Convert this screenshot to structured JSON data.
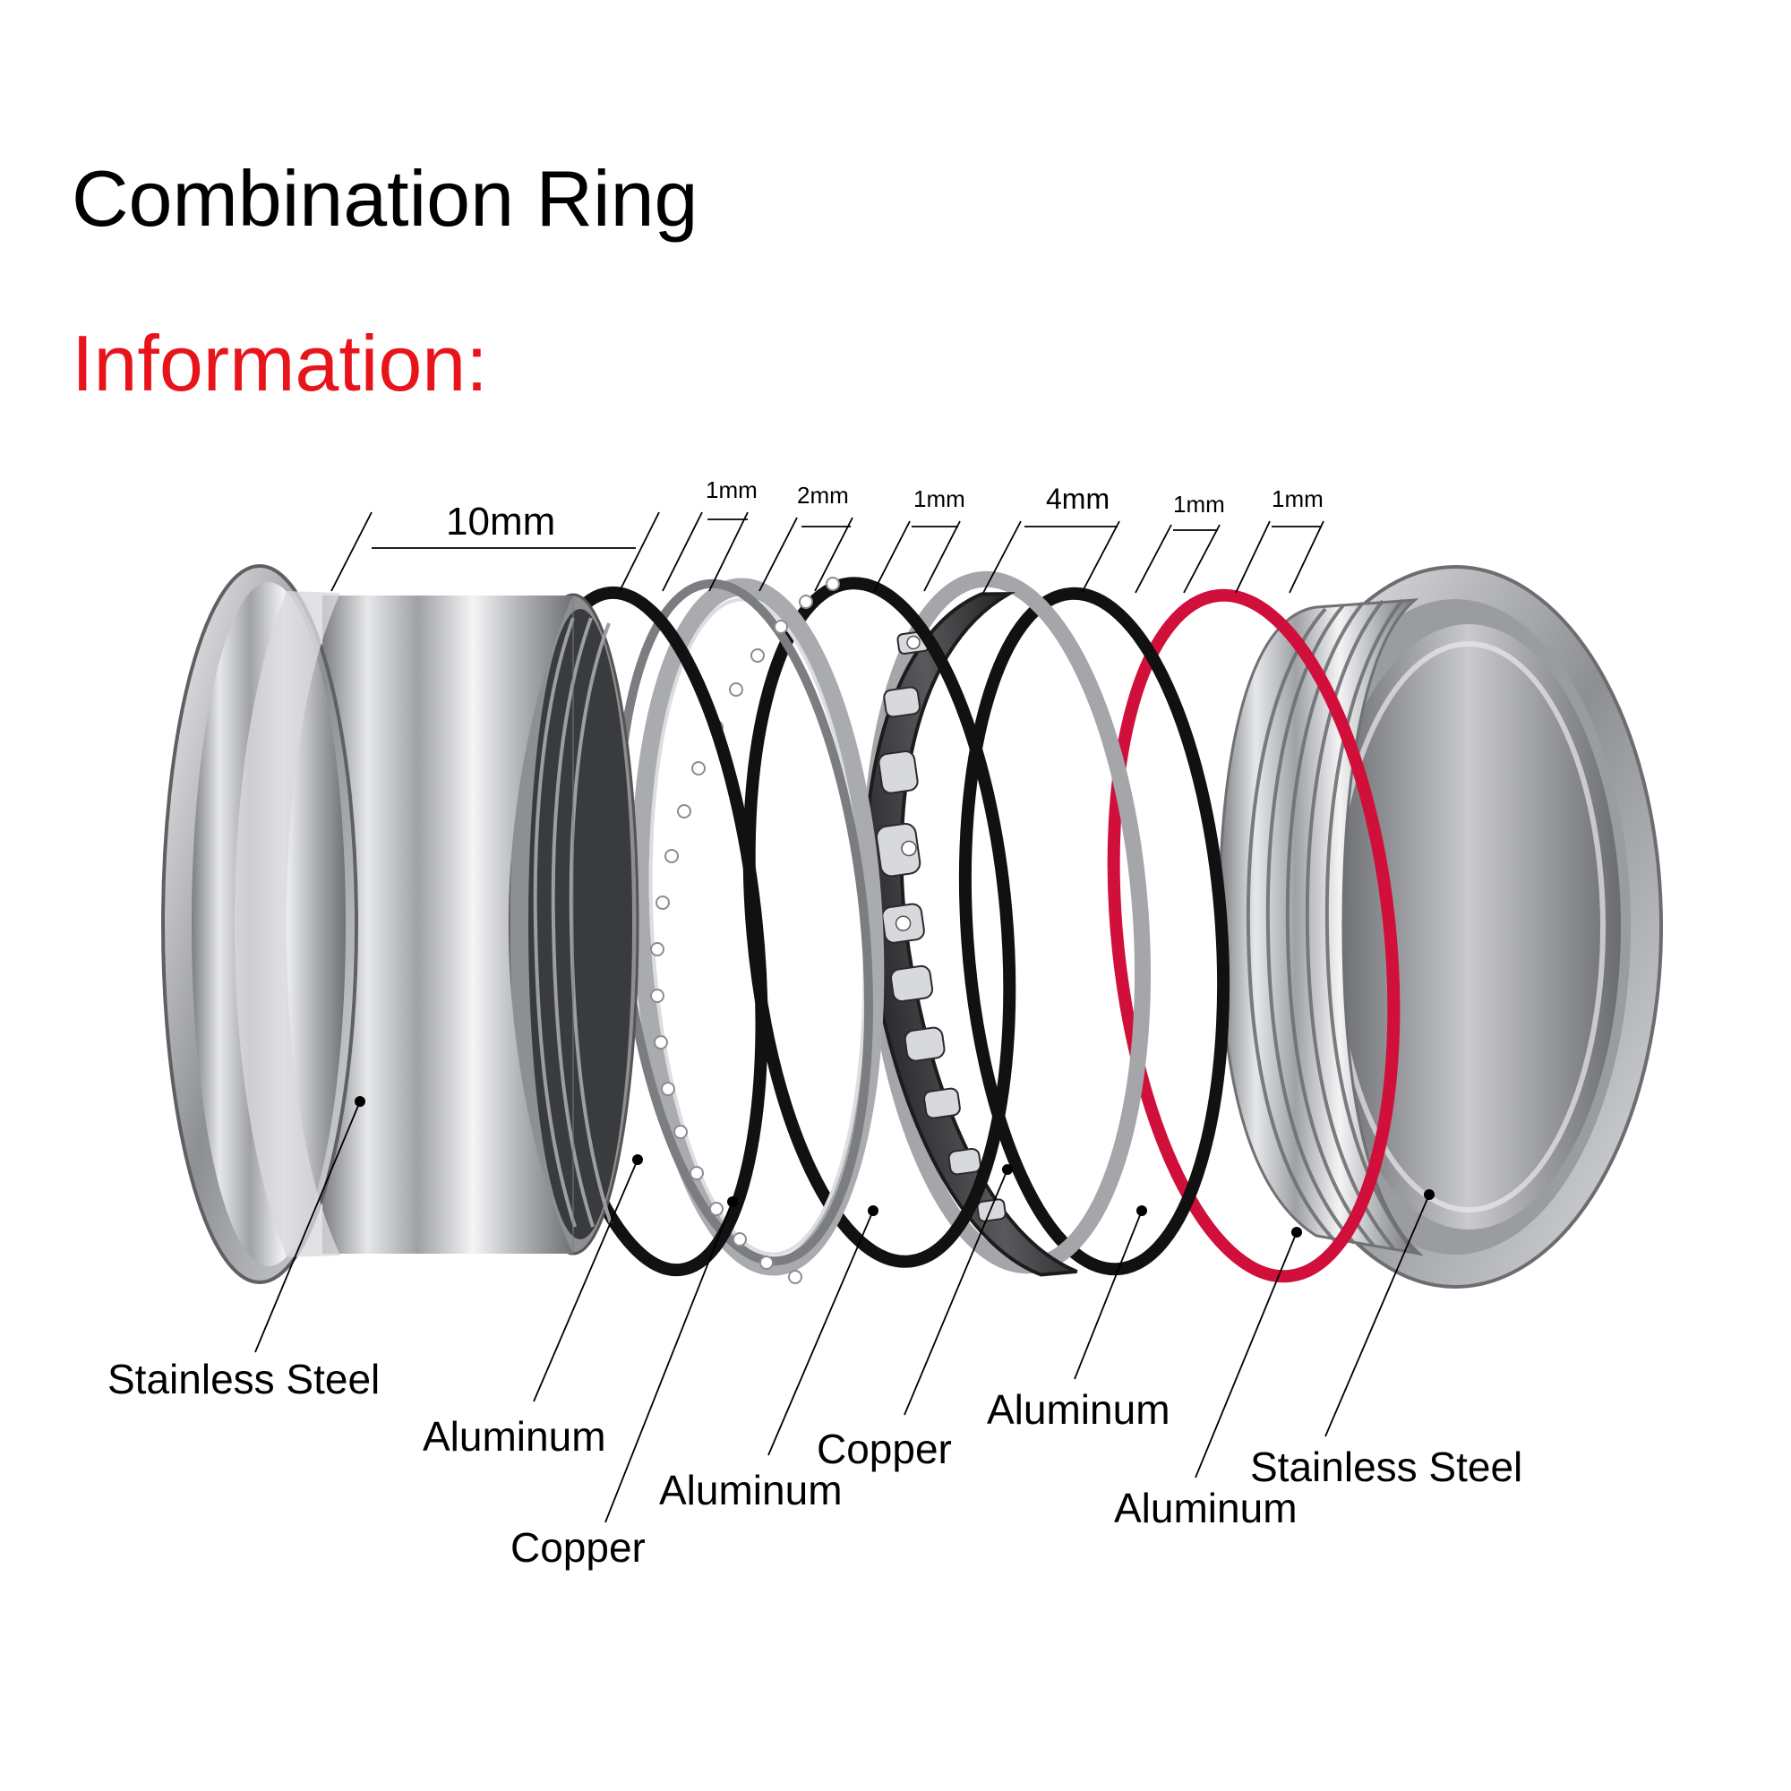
{
  "title": "Combination Ring",
  "subtitle": "Information:",
  "colors": {
    "title": "#000000",
    "subtitle": "#e8141b",
    "steel": "#b9bbbe",
    "black_band": "#111111",
    "red_band": "#d0103a"
  },
  "dimensions": {
    "d1": "10mm",
    "d2": "1mm",
    "d3": "2mm",
    "d4": "1mm",
    "d5": "4mm",
    "d6": "1mm",
    "d7": "1mm"
  },
  "layers": [
    {
      "material": "Stainless Steel"
    },
    {
      "material": "Aluminum"
    },
    {
      "material": "Copper"
    },
    {
      "material": "Aluminum"
    },
    {
      "material": "Copper"
    },
    {
      "material": "Aluminum"
    },
    {
      "material": "Aluminum"
    },
    {
      "material": "Stainless Steel"
    }
  ]
}
